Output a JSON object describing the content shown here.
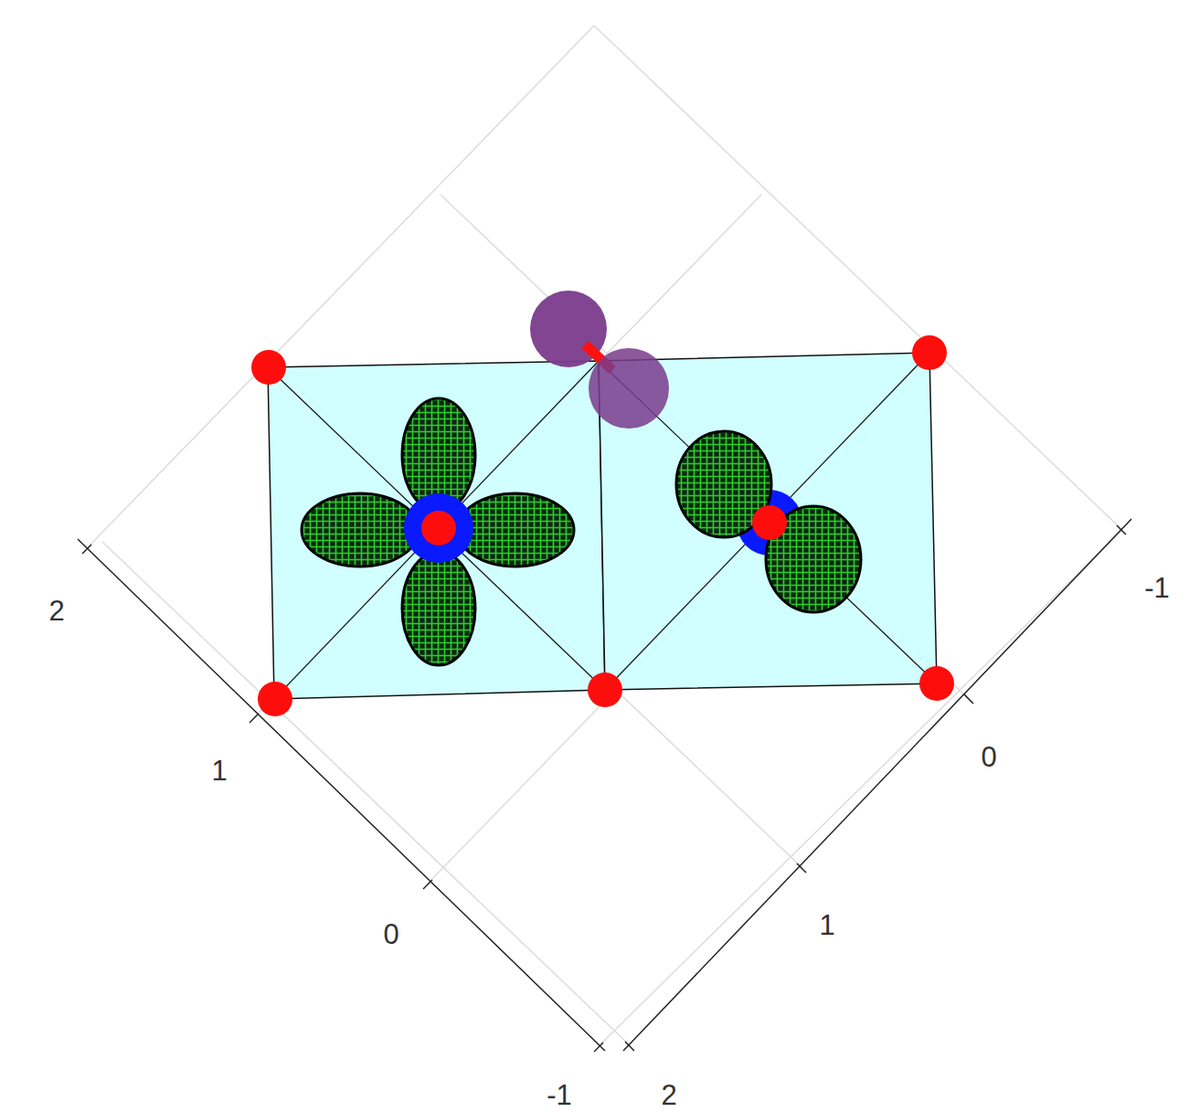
{
  "diagram": {
    "labels": [
      "2",
      "1",
      "0",
      "-1",
      "2",
      "1",
      "0",
      "-1"
    ]
  }
}
